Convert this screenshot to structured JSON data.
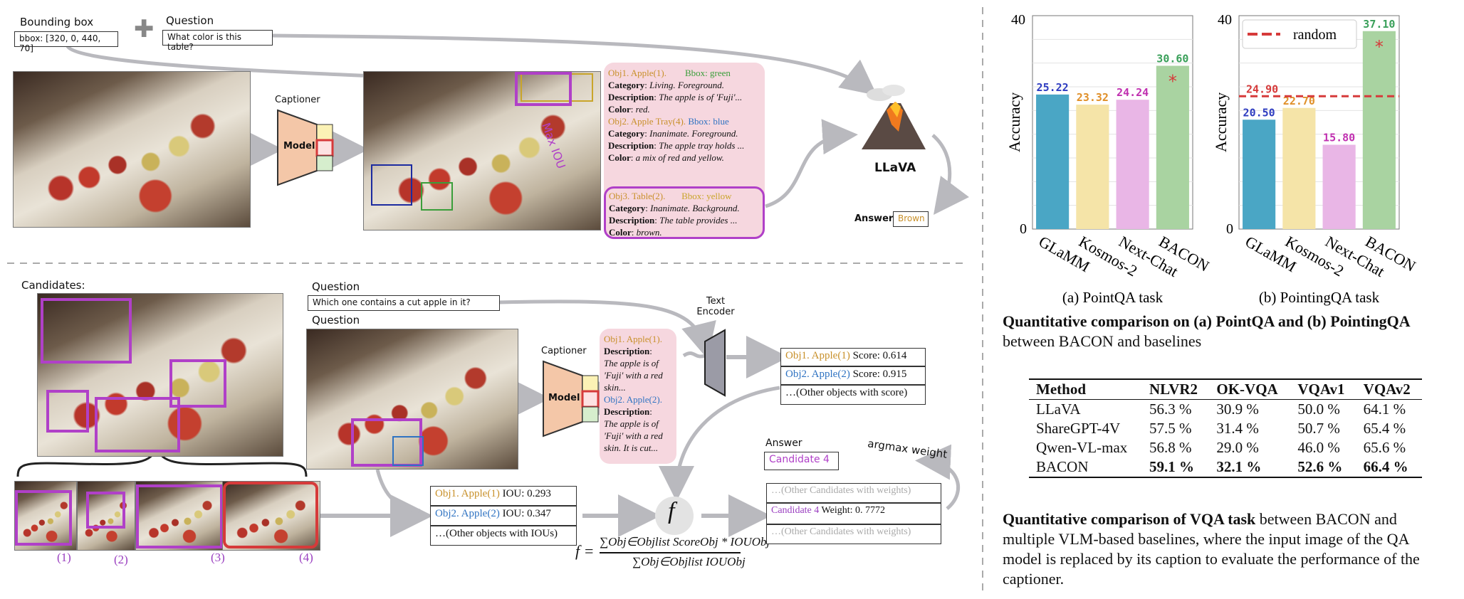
{
  "top": {
    "bbox_title": "Bounding box",
    "bbox_value": "bbox: [320, 0, 440, 70]",
    "question_title": "Question",
    "question_text": "What color is this table?",
    "captioner_label": "Captioner",
    "model_label": "Model",
    "iou_label": "Max IOU",
    "llava_label": "LLaVA",
    "answer_label": "Answer",
    "answer_value": "Brown",
    "obj1": {
      "title": "Obj1. Apple(1).",
      "bbox": "Bbox: green",
      "category_label": "Category",
      "category": "Living. Foreground.",
      "desc_label": "Description",
      "desc": "The apple is of 'Fuji'...",
      "color_label": "Color",
      "color": "red."
    },
    "obj2": {
      "title": "Obj2. Apple Tray(4).",
      "bbox": "Bbox: blue",
      "category_label": "Category",
      "category": "Inanimate. Foreground.",
      "desc_label": "Description",
      "desc": "The apple tray holds ...",
      "color_label": "Color",
      "color": "a mix of red and yellow."
    },
    "obj3": {
      "title": "Obj3. Table(2).",
      "bbox": "Bbox: yellow",
      "category_label": "Category",
      "category": "Inanimate. Background.",
      "desc_label": "Description",
      "desc": "The table provides ...",
      "color_label": "Color",
      "color": "brown."
    }
  },
  "bottom": {
    "candidates_title": "Candidates:",
    "question_title_1": "Question",
    "question_text": "Which one contains a cut apple in it?",
    "question_title_2": "Question",
    "captioner_label": "Captioner",
    "model_label": "Model",
    "text_encoder": "Text Encoder",
    "obj1": {
      "title": "Obj1. Apple(1).",
      "desc_label": "Description",
      "desc": "The apple is of 'Fuji' with a red skin..."
    },
    "obj2": {
      "title": "Obj2. Apple(2).",
      "desc_label": "Description",
      "desc": "The apple is of 'Fuji' with a red skin. It is cut..."
    },
    "scores": [
      {
        "obj": "Obj1. Apple(1)",
        "rest": " Score: 0.614"
      },
      {
        "obj": "Obj2. Apple(2)",
        "rest": " Score: 0.915"
      },
      {
        "obj": "",
        "rest": "…(Other objects with score)"
      }
    ],
    "ious": [
      {
        "obj": "Obj1. Apple(1)",
        "rest": " IOU: 0.293"
      },
      {
        "obj": "Obj2. Apple(2)",
        "rest": " IOU: 0.347"
      },
      {
        "obj": "",
        "rest": "…(Other objects with IOUs)"
      }
    ],
    "answer_title": "Answer",
    "answer_value": "Candidate 4",
    "argmax_label": "argmax weight",
    "weights": [
      {
        "text": "…(Other Candidates with weights)"
      },
      {
        "cand": "Candidate 4",
        "rest": " Weight: 0. 7772"
      },
      {
        "text": "…(Other Candidates with weights)"
      }
    ],
    "f_symbol": "f",
    "formula_lhs": "f =",
    "formula_num": "∑Obj∈Objlist ScoreObj * IOUObj",
    "formula_den": "∑Obj∈Objlist IOUObj",
    "candidate_labels": [
      "(1)",
      "(2)",
      "(3)",
      "(4)"
    ]
  },
  "colors": {
    "purple": "#b040c8",
    "gray_arrow": "#b9b9be",
    "red": "#d63a3a"
  },
  "chart_data": [
    {
      "type": "bar",
      "title": "(a) PointQA task",
      "ylabel": "Accuracy",
      "ylim": [
        0,
        40
      ],
      "yticks": [
        "0",
        "40"
      ],
      "categories": [
        "GLaMM",
        "Kosmos-2",
        "Next-Chat",
        "BACON"
      ],
      "values": [
        25.22,
        23.32,
        24.24,
        30.6
      ],
      "value_labels": [
        "25.22",
        "23.32",
        "24.24",
        "30.60"
      ],
      "colors": [
        "#4aa6c5",
        "#f5e4a8",
        "#e9b6e6",
        "#a9d3a1"
      ],
      "label_colors": [
        "#2e3cc0",
        "#e0902a",
        "#c030b0",
        "#3aa05a"
      ],
      "star": "*",
      "grid": true
    },
    {
      "type": "bar",
      "title": "(b) PointingQA task",
      "ylabel": "Accuracy",
      "ylim": [
        0,
        40
      ],
      "yticks": [
        "0",
        "40"
      ],
      "categories": [
        "GLaMM",
        "Kosmos-2",
        "Next-Chat",
        "BACON"
      ],
      "values": [
        20.5,
        22.7,
        15.8,
        37.1
      ],
      "value_labels": [
        "20.50",
        "22.70",
        "15.80",
        "37.10"
      ],
      "colors": [
        "#4aa6c5",
        "#f5e4a8",
        "#e9b6e6",
        "#a9d3a1"
      ],
      "label_colors": [
        "#2e3cc0",
        "#e0902a",
        "#c030b0",
        "#3aa05a"
      ],
      "random_value": 24.9,
      "random_label": "24.90",
      "legend": "random",
      "legend_position": "top-left",
      "star": "*",
      "grid": true
    }
  ],
  "caption1": {
    "bold": "Quantitative comparison on (a) PointQA and (b) PointingQA",
    "rest": "between BACON and baselines"
  },
  "vqa_table": {
    "headers": [
      "Method",
      "NLVR2",
      "OK-VQA",
      "VQAv1",
      "VQAv2"
    ],
    "rows": [
      [
        "LLaVA",
        "56.3 %",
        "30.9 %",
        "50.0 %",
        "64.1 %"
      ],
      [
        "ShareGPT-4V",
        "57.5 %",
        "31.4 %",
        "50.7 %",
        "65.4 %"
      ],
      [
        "Qwen-VL-max",
        "56.8 %",
        "29.0 %",
        "46.0 %",
        "65.6 %"
      ],
      [
        "BACON",
        "59.1 %",
        "32.1 %",
        "52.6 %",
        "66.4 %"
      ]
    ]
  },
  "caption2": {
    "bold": "Quantitative comparison of VQA task",
    "rest": " between BACON and multiple VLM-based baselines, where the input image of the QA model is replaced by its caption to evaluate the performance of the captioner."
  }
}
